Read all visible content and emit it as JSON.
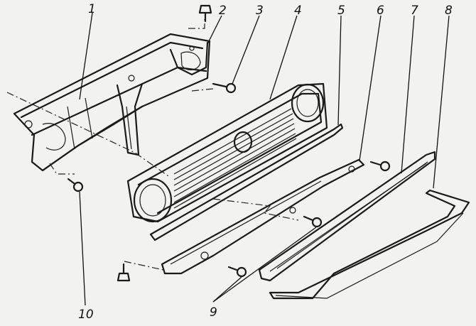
{
  "callouts": [
    {
      "id": "1",
      "text": "1"
    },
    {
      "id": "2",
      "text": "2"
    },
    {
      "id": "3",
      "text": "3"
    },
    {
      "id": "4",
      "text": "4"
    },
    {
      "id": "5",
      "text": "5"
    },
    {
      "id": "6",
      "text": "6"
    },
    {
      "id": "7",
      "text": "7"
    },
    {
      "id": "8",
      "text": "8"
    },
    {
      "id": "9",
      "text": "9"
    },
    {
      "id": "10",
      "text": "10"
    }
  ],
  "colors": {
    "ink": "#1a1a1a",
    "paper": "#f2f2f0"
  }
}
